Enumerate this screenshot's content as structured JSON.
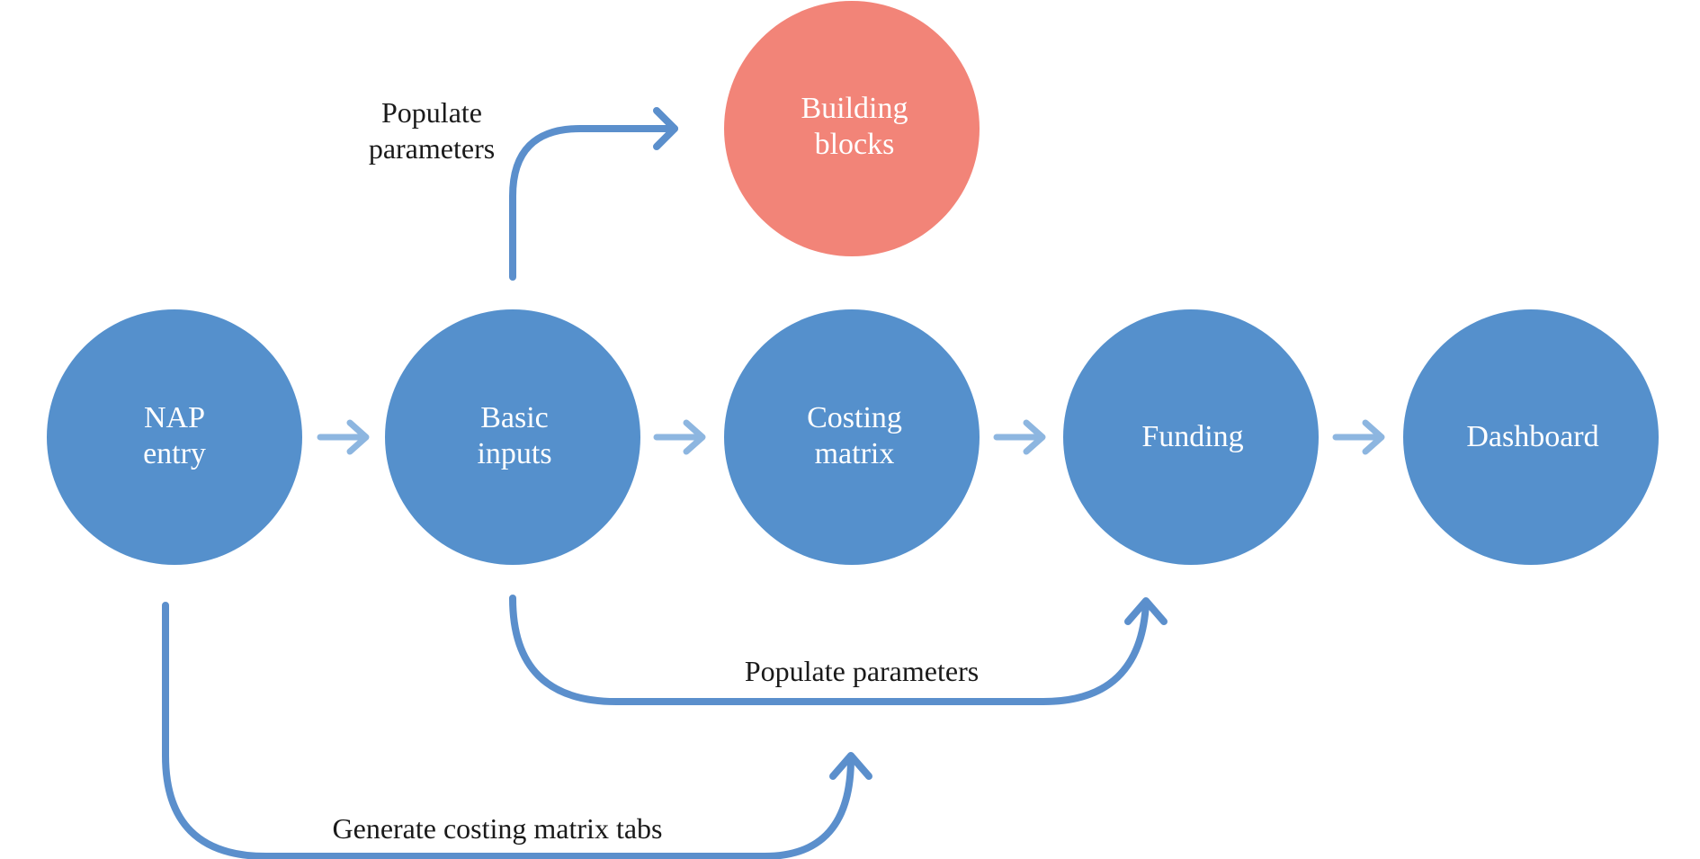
{
  "diagram": {
    "nodes": {
      "nap_entry": {
        "label_line1": "NAP",
        "label_line2": "entry",
        "color": "#5590cc"
      },
      "basic_inputs": {
        "label_line1": "Basic",
        "label_line2": "inputs",
        "color": "#5590cc"
      },
      "costing_matrix": {
        "label_line1": "Costing",
        "label_line2": "matrix",
        "color": "#5590cc"
      },
      "funding": {
        "label": "Funding",
        "color": "#5590cc"
      },
      "dashboard": {
        "label": "Dashboard",
        "color": "#5590cc"
      },
      "building_blocks": {
        "label_line1": "Building",
        "label_line2": "blocks",
        "color": "#f28478"
      }
    },
    "edge_labels": {
      "to_building_blocks_line1": "Populate",
      "to_building_blocks_line2": "parameters",
      "to_funding": "Populate parameters",
      "to_costing_matrix": "Generate costing matrix tabs"
    },
    "colors": {
      "connector": "#5b8fcc",
      "chevron": "#8db6e0",
      "label_text": "#1a1a1a"
    }
  }
}
